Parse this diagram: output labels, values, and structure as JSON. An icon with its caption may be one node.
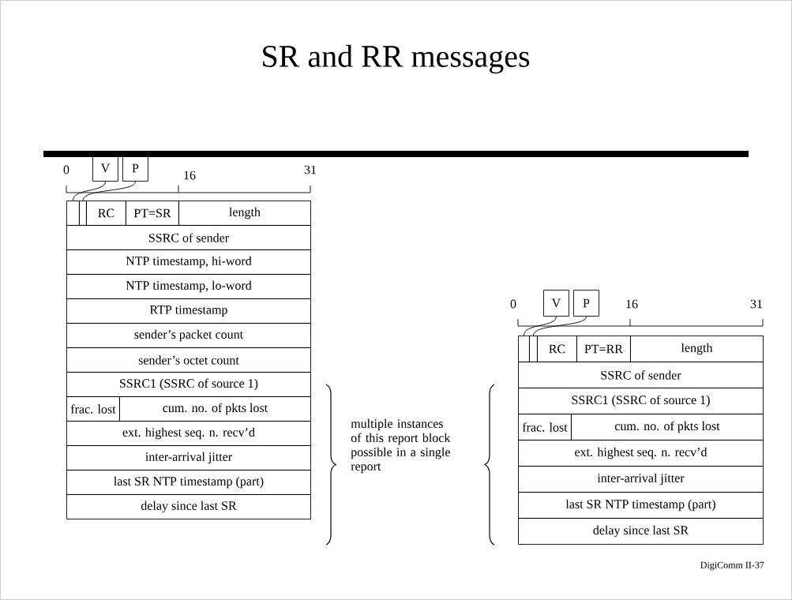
{
  "diagram": {
    "title": "SR and RR messages",
    "nodes": [
      {
        "text": [
          "V"
        ]
      },
      {
        "text": [
          "P"
        ]
      },
      {
        "text": [],
        "shape": "box"
      },
      {
        "text": [],
        "shape": "box"
      },
      {
        "text": [
          "RC"
        ]
      },
      {
        "text": [
          "PT=SR"
        ]
      },
      {
        "text": [
          "length"
        ]
      },
      {
        "text": [
          "SSRC of sender"
        ]
      },
      {
        "text": [
          "NTP timestamp, hi-word"
        ]
      },
      {
        "text": [
          "NTP timestamp, lo-word"
        ]
      },
      {
        "text": [
          "RTP timestamp"
        ]
      },
      {
        "text": [
          "sender’s packet count"
        ]
      },
      {
        "text": [
          "sender’s octet count"
        ]
      },
      {
        "text": [
          "SSRC1 (SSRC of source 1)"
        ]
      },
      {
        "text": [
          "frac. lost"
        ]
      },
      {
        "text": [
          "cum. no. of pkts lost"
        ]
      },
      {
        "text": [
          "ext. highest seq. n. recv’d"
        ]
      },
      {
        "text": [
          "inter-arrival jitter"
        ]
      },
      {
        "text": [
          "last SR NTP timestamp (part)"
        ]
      },
      {
        "text": [
          "delay since last SR"
        ]
      },
      {
        "text": [
          "V"
        ]
      },
      {
        "text": [
          "P"
        ]
      },
      {
        "text": [],
        "shape": "box"
      },
      {
        "text": [],
        "shape": "box"
      },
      {
        "text": [
          "RC"
        ]
      },
      {
        "text": [
          "PT=RR"
        ]
      },
      {
        "text": [
          "length"
        ]
      },
      {
        "text": [
          "SSRC of sender"
        ]
      },
      {
        "text": [
          "SSRC1 (SSRC of source 1)"
        ]
      },
      {
        "text": [
          "frac. lost"
        ]
      },
      {
        "text": [
          "cum. no. of pkts lost"
        ]
      },
      {
        "text": [
          "ext. highest seq. n. recv’d"
        ]
      },
      {
        "text": [
          "inter-arrival jitter"
        ]
      },
      {
        "text": [
          "last SR NTP timestamp (part)"
        ]
      },
      {
        "text": [
          "delay since last SR"
        ]
      }
    ],
    "edges": [
      {
        "from": 0,
        "to": 2,
        "arrow": "none"
      },
      {
        "from": 1,
        "to": 3,
        "arrow": "none"
      },
      {
        "from": 20,
        "to": 22,
        "arrow": "none"
      },
      {
        "from": 21,
        "to": 23,
        "arrow": "none"
      }
    ],
    "labels": [
      "0",
      "16",
      "31",
      "0",
      "16",
      "31",
      "multiple instances of this report block possible in a single report",
      "DigiComm II-37"
    ]
  }
}
